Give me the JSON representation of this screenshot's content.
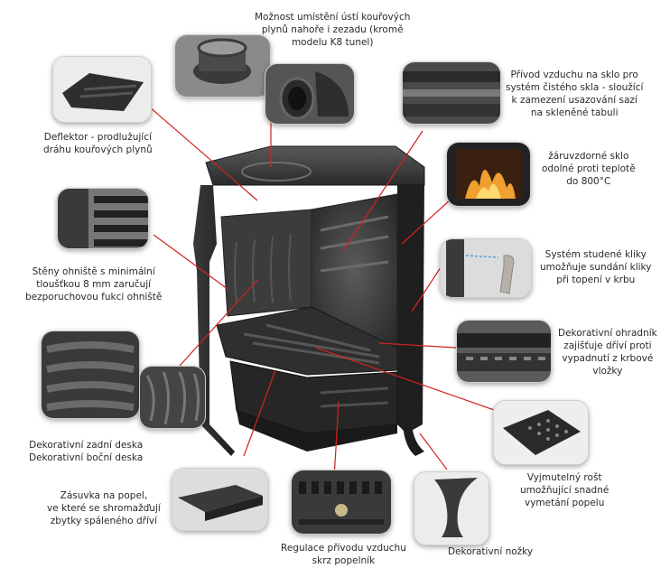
{
  "labels": {
    "flue_outlet": [
      "Možnost umístění ústí kouřových",
      "plynů nahoře i zezadu (kromě",
      "modelu K8 tunel)"
    ],
    "air_supply": [
      "Přívod vzduchu na sklo pro",
      "systém čistého skla - sloužící",
      "k zamezení usazování sazí",
      "na skleněné tabuli"
    ],
    "deflector": [
      "Deflektor - prodlužující",
      "dráhu kouřových plynů"
    ],
    "glass": [
      "žáruvzdorné sklo",
      "odolné proti teplotě",
      "do 800°C"
    ],
    "walls": [
      "Stěny ohniště s minimální",
      "tloušťkou 8 mm zaručují",
      "bezporuchovou fukci ohniště"
    ],
    "handle": [
      "Systém studené kliky",
      "umožňuje sundání kliky",
      "při topení v krbu"
    ],
    "fender": [
      "Dekorativní ohradník",
      "zajišťuje dříví proti",
      "vypadnutí z krbové",
      "vložky"
    ],
    "plates": [
      "Dekorativní zadní deska",
      "Dekorativní boční deska"
    ],
    "ash_drawer": [
      "Zásuvka na popel,",
      "ve které se shromažďují",
      "zbytky spáleného dříví"
    ],
    "grate": [
      "Vyjmutelný rošt",
      "umožňující snadné",
      "vymetání popelu"
    ],
    "air_regulation": [
      "Regulace přívodu vzduchu",
      "skrz popelník"
    ],
    "feet": [
      "Dekorativní nožky"
    ]
  },
  "colors": {
    "leader": "#d2231f",
    "iron_dark": "#2b2b2b",
    "iron_mid": "#4a4a4a",
    "iron_light": "#6d6d6d",
    "flame": "#f0a030"
  }
}
